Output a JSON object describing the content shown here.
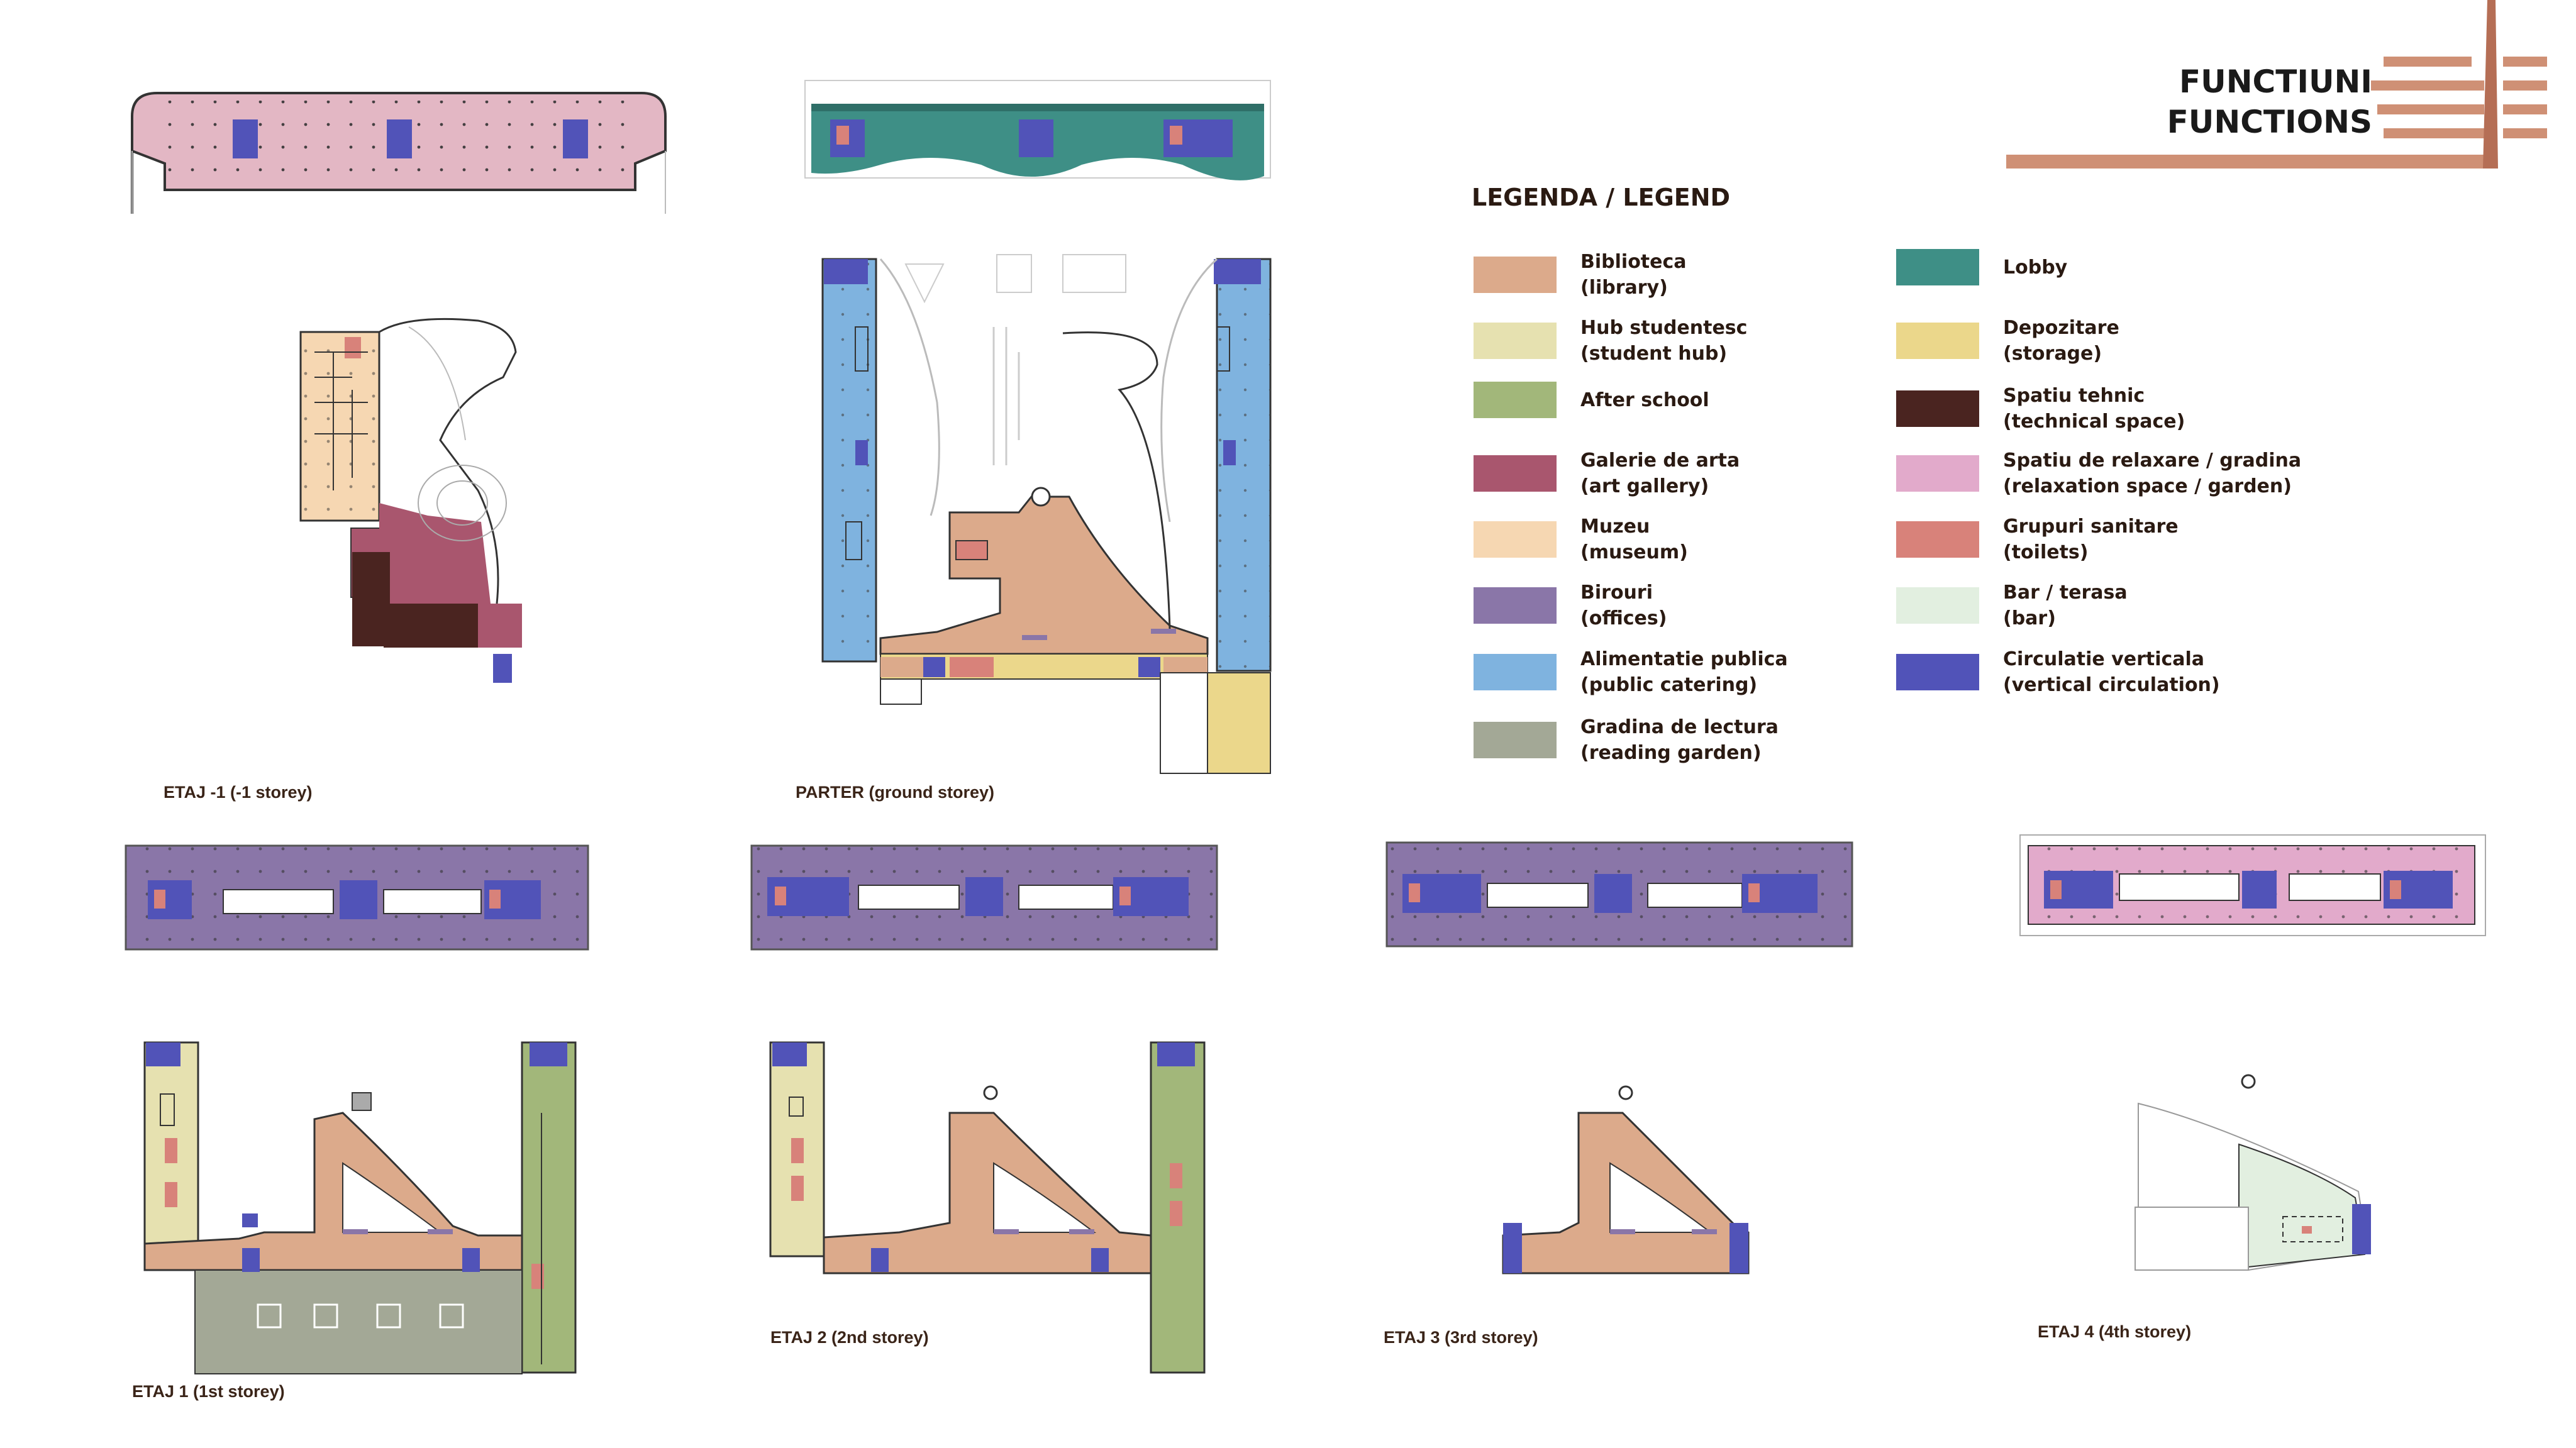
{
  "title": {
    "line1": "FUNCTIUNI",
    "line2": "FUNCTIONS"
  },
  "legend": {
    "heading": "LEGENDA / LEGEND",
    "items": [
      {
        "name": "Biblioteca",
        "en": "(library)",
        "color": "#dcaa8b"
      },
      {
        "name": "Hub studentesc",
        "en": "(student hub)",
        "color": "#e6e1b0"
      },
      {
        "name": "After school",
        "en": "",
        "color": "#a2b77a"
      },
      {
        "name": "Galerie de arta",
        "en": "(art gallery)",
        "color": "#a9566e"
      },
      {
        "name": "Muzeu",
        "en": "(museum)",
        "color": "#f6d7b2"
      },
      {
        "name": "Birouri",
        "en": "(offices)",
        "color": "#8a76a8"
      },
      {
        "name": "Alimentatie publica",
        "en": "(public catering)",
        "color": "#7fb3df"
      },
      {
        "name": "Gradina de lectura",
        "en": "(reading garden)",
        "color": "#a3a896"
      },
      {
        "name": "Lobby",
        "en": "",
        "color": "#3e8f86"
      },
      {
        "name": "Depozitare",
        "en": "(storage)",
        "color": "#ebd78b"
      },
      {
        "name": "Spatiu tehnic",
        "en": "(technical space)",
        "color": "#4a2420"
      },
      {
        "name": "Spatiu de relaxare / gradina",
        "en": "(relaxation space / garden)",
        "color": "#e2aacb"
      },
      {
        "name": "Grupuri sanitare",
        "en": "(toilets)",
        "color": "#d8827a"
      },
      {
        "name": "Bar / terasa",
        "en": "(bar)",
        "color": "#e2efe0"
      },
      {
        "name": "Circulatie verticala",
        "en": "(vertical circulation)",
        "color": "#5153b8"
      }
    ]
  },
  "captions": {
    "etaj_m1": "ETAJ -1  (-1 storey)",
    "parter": "PARTER  (ground storey)",
    "etaj1": "ETAJ 1  (1st storey)",
    "etaj2": "ETAJ 2  (2nd storey)",
    "etaj3": "ETAJ 3  (3rd storey)",
    "etaj4": "ETAJ 4  (4th storey)"
  },
  "colors": {
    "accent": "#c98b70",
    "dark_accent": "#b36b52",
    "outline": "#333333"
  }
}
